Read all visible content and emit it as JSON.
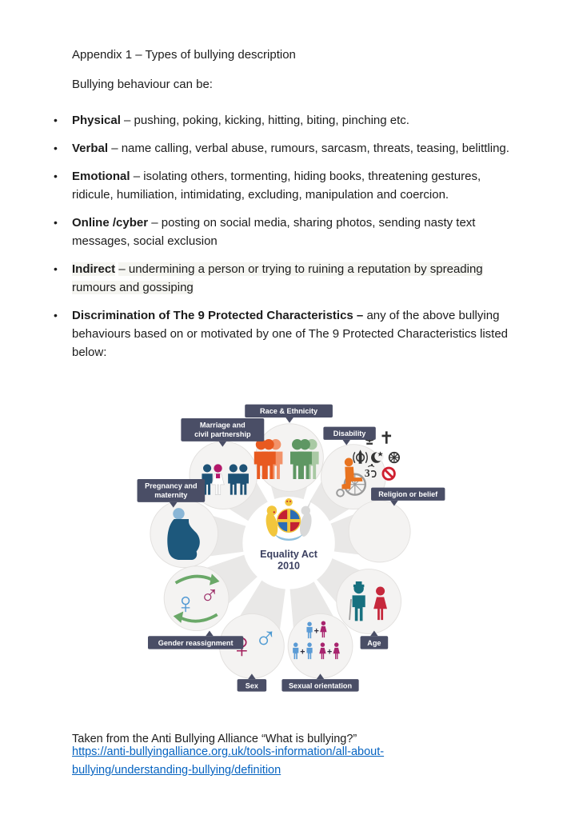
{
  "title": "Appendix 1 – Types of bullying description",
  "intro": "Bullying behaviour can be:",
  "bullets": [
    {
      "bold": "Physical",
      "rest": "– pushing, poking, kicking, hitting, biting, pinching etc."
    },
    {
      "bold": "Verbal",
      "rest": "– name calling, verbal abuse, rumours, sarcasm, threats, teasing, belittling."
    },
    {
      "bold": "Emotional",
      "rest": "– isolating others, tormenting, hiding books, threatening gestures, ridicule, humiliation, intimidating, excluding, manipulation and coercion."
    },
    {
      "bold": "Online /cyber",
      "rest": "– posting on social media, sharing photos, sending nasty text messages, social exclusion"
    },
    {
      "bold": "Indirect",
      "rest": "– undermining a person or trying to ruining a reputation by spreading rumours and gossiping"
    },
    {
      "bold": "Discrimination of The 9 Protected Characteristics –",
      "rest": "any of the above bullying behaviours based on or motivated by one of The 9 Protected Characteristics listed below:"
    }
  ],
  "diagram": {
    "center_line1": "Equality Act",
    "center_line2": "2010",
    "labels": {
      "race_ethnicity": "Race & Ethnicity",
      "marriage_line1": "Marriage and",
      "marriage_line2": "civil partnership",
      "disability": "Disability",
      "pregnancy_line1": "Pregnancy and",
      "pregnancy_line2": "maternity",
      "religion": "Religion or belief",
      "gender_reassignment": "Gender reassignment",
      "age": "Age",
      "sex": "Sex",
      "sexual_orientation": "Sexual orientation"
    }
  },
  "footer": {
    "caption": "Taken from the Anti Bullying Alliance “What is bullying?”",
    "link": "https://anti-bullyingalliance.org.uk/tools-information/all-about-bullying/understanding-bullying/definition"
  },
  "colors": {
    "label_navy": "#4a4e66",
    "link_blue": "#0563c1"
  }
}
